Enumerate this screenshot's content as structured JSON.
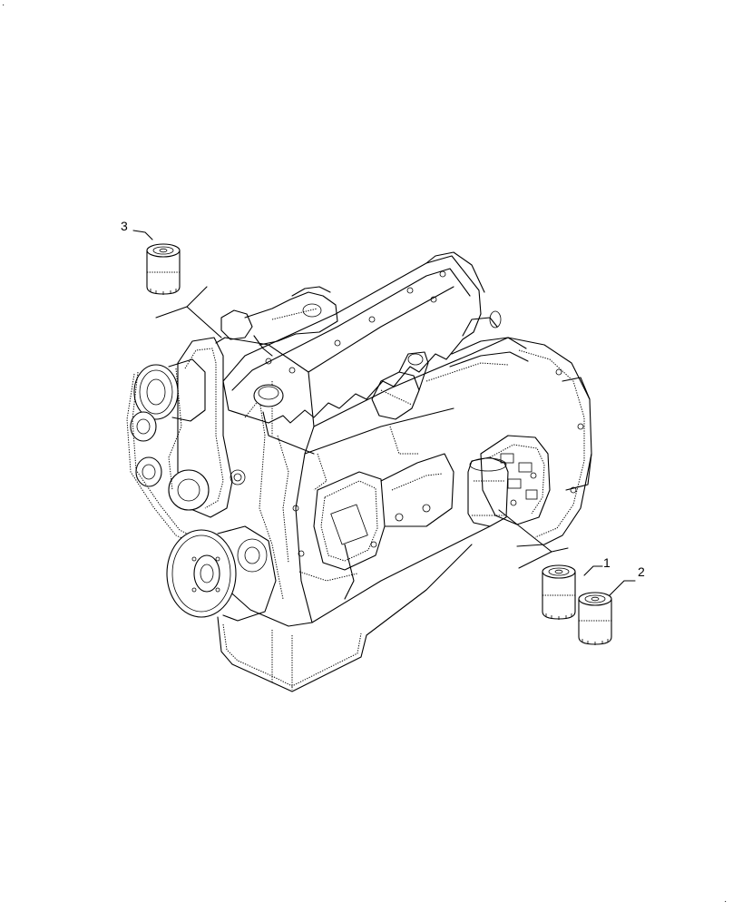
{
  "diagram": {
    "callouts": [
      {
        "id": "1",
        "label": "1"
      },
      {
        "id": "2",
        "label": "2"
      },
      {
        "id": "3",
        "label": "3"
      }
    ],
    "corner_mark_left": "·",
    "corner_mark_right": "·"
  }
}
